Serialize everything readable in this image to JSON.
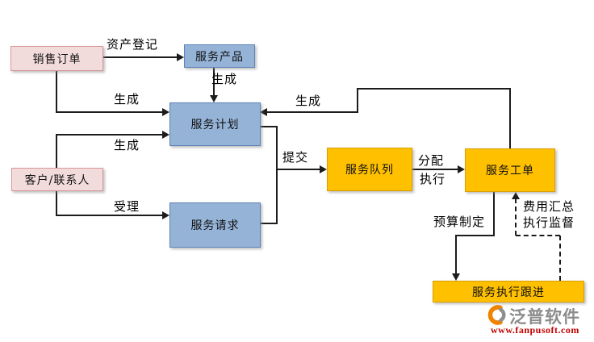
{
  "diagram": {
    "nodes": {
      "sales_order": {
        "label": "销售订单",
        "color": "pink"
      },
      "customer_contact": {
        "label": "客户/联系人",
        "color": "pink"
      },
      "service_product": {
        "label": "服务产品",
        "color": "blue"
      },
      "service_plan": {
        "label": "服务计划",
        "color": "blue"
      },
      "service_request": {
        "label": "服务请求",
        "color": "blue"
      },
      "service_queue": {
        "label": "服务队列",
        "color": "orange"
      },
      "service_workorder": {
        "label": "服务工单",
        "color": "orange"
      },
      "service_followup": {
        "label": "服务执行跟进",
        "color": "orange"
      }
    },
    "edge_labels": {
      "asset_registration": "资产登记",
      "generate_product": "生成",
      "generate_from_sales": "生成",
      "generate_from_customer": "生成",
      "generate_from_workorder": "生成",
      "accept": "受理",
      "submit": "提交",
      "assign": "分配",
      "execute": "执行",
      "budget_planning": "预算制定",
      "cost_summary": "费用汇总",
      "execution_supervision": "执行监督"
    },
    "connections": [
      {
        "from": "sales_order",
        "to": "service_product",
        "label": "资产登记",
        "style": "solid"
      },
      {
        "from": "service_product",
        "to": "service_plan",
        "label": "生成",
        "style": "solid"
      },
      {
        "from": "sales_order",
        "to": "service_plan",
        "label": "生成",
        "style": "solid"
      },
      {
        "from": "customer_contact",
        "to": "service_plan",
        "label": "生成",
        "style": "solid"
      },
      {
        "from": "customer_contact",
        "to": "service_request",
        "label": "受理",
        "style": "solid"
      },
      {
        "from": "service_plan",
        "to": "service_queue",
        "label": "提交",
        "style": "solid"
      },
      {
        "from": "service_request",
        "to": "service_queue",
        "label": "提交",
        "style": "solid"
      },
      {
        "from": "service_queue",
        "to": "service_workorder",
        "label": "分配 执行",
        "style": "solid"
      },
      {
        "from": "service_workorder",
        "to": "service_plan",
        "label": "生成",
        "style": "solid"
      },
      {
        "from": "service_workorder",
        "to": "service_followup",
        "label": "预算制定",
        "style": "solid"
      },
      {
        "from": "service_followup",
        "to": "service_workorder",
        "label": "费用汇总 执行监督",
        "style": "dashed"
      }
    ],
    "colors": {
      "pink_fill": "#F2DCDB",
      "pink_border": "#D99795",
      "blue_fill": "#95B3D7",
      "blue_border": "#5E83B5",
      "orange_fill": "#FFC000",
      "orange_border": "#D99E00",
      "line": "#1C1C1C",
      "logo_gray": "#8C8C8C",
      "logo_orange": "#F08300",
      "url_red": "#C00000"
    }
  },
  "branding": {
    "logo_text": "泛普软件",
    "website": "www.fanpusoft.com"
  }
}
